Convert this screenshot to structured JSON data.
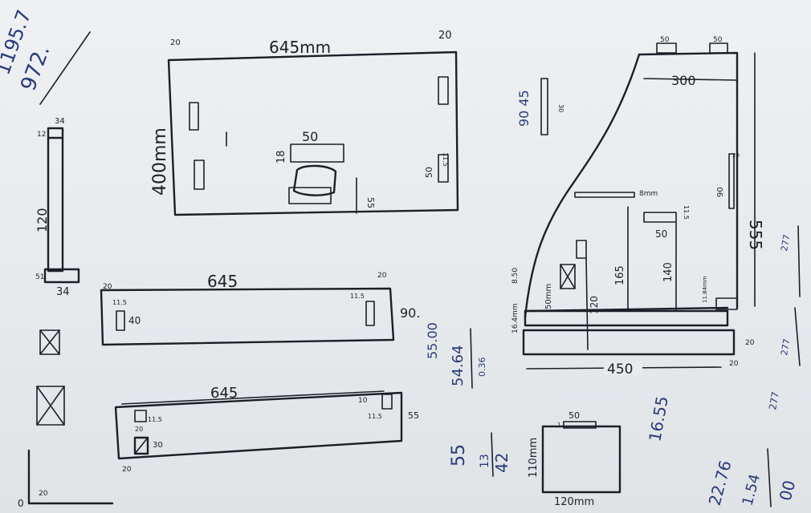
{
  "notes": {
    "top_left_1": "1195.7",
    "top_left_2": "972.",
    "scribble_top_mid": "90 45",
    "scribble_small": "30",
    "calc_1": "55.00",
    "calc_2": "54.64",
    "calc_3": "0.36",
    "calc_4": "55",
    "calc_5": "13",
    "calc_6": "42",
    "calc_7": "16.55",
    "calc_8": "22.76",
    "calc_9": "1.54",
    "calc_10": "00",
    "side_1": "277",
    "side_2": "277",
    "side_3": "277",
    "mid_90": "90."
  },
  "top_panel": {
    "width": "645mm",
    "height": "400mm",
    "left_gap": "20",
    "right_gap": "20",
    "inner_w": "50",
    "inner_h": "18",
    "dim_55": "55",
    "right_small": "11.5",
    "right_50": "50"
  },
  "left_post": {
    "top": "34",
    "height": "120",
    "left_small": "12",
    "bottom_left": "51",
    "bottom": "34"
  },
  "strip_1": {
    "length": "645",
    "left_gap": "20",
    "right_gap": "20",
    "slot_h": "40",
    "small_l": "11.5",
    "small_r": "11.5"
  },
  "strip_2": {
    "length": "645",
    "right_a": "10",
    "right_b": "11.5",
    "right_c": "55",
    "left_a": "11.5",
    "left_b": "20",
    "left_bottom": "20",
    "slot_dim": "30"
  },
  "side_view": {
    "top_a": "50",
    "top_b": "50",
    "width_300": "300",
    "height_555": "555",
    "bar": "8mm",
    "w_50": "50",
    "w_115": "11.5",
    "h_90": "90",
    "h_20": "20",
    "h_165": "165",
    "h_140": "140",
    "h_120": "120",
    "d_50mm": "50mm",
    "left_16": "16.4mm",
    "left_850": "8.50",
    "right_1184": "11.84mm",
    "base": "450",
    "base_r1": "20",
    "base_r2": "20"
  },
  "box": {
    "top": "50",
    "top_small": "1",
    "height": "110mm",
    "width": "120mm"
  },
  "corner": {
    "zero": "0",
    "twenty": "20"
  }
}
